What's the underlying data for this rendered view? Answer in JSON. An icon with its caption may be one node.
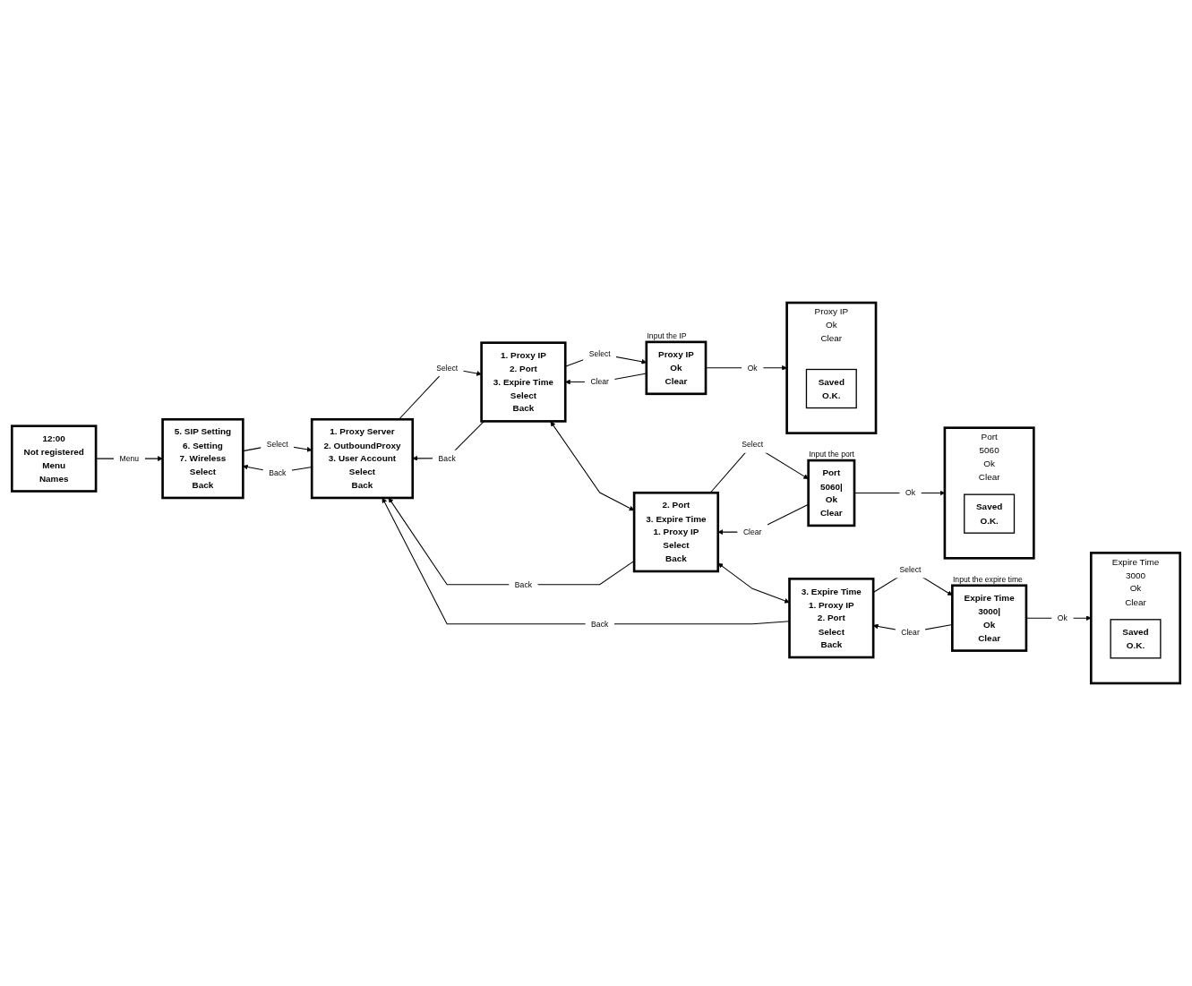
{
  "diagram": {
    "nodes": [
      {
        "text": [
          "12:00",
          "Not registered",
          "Menu",
          "Names"
        ]
      },
      {
        "text": [
          "5. SIP Setting",
          "6. Setting",
          "7. Wireless",
          "Select",
          "Back"
        ]
      },
      {
        "text": [
          "1. Proxy Server",
          "2. OutboundProxy",
          "3. User Account",
          "Select",
          "Back"
        ]
      },
      {
        "text": [
          "1. Proxy IP",
          "2. Port",
          "3. Expire Time",
          "Select",
          "Back"
        ]
      },
      {
        "text": [
          "Proxy IP",
          "Ok",
          "Clear"
        ],
        "beside": [
          "Input the IP"
        ]
      },
      {
        "text": [
          "Proxy IP",
          "Ok",
          "Clear"
        ]
      },
      {
        "text": [
          "Saved",
          "O.K."
        ],
        "in": 5
      },
      {
        "text": [
          "2. Port",
          "3. Expire Time",
          "1. Proxy IP",
          "Select",
          "Back"
        ]
      },
      {
        "text": [
          "Port",
          "5060|",
          "Ok",
          "Clear"
        ],
        "beside": [
          "Input the port"
        ]
      },
      {
        "text": [
          "Port",
          "5060",
          "Ok",
          "Clear"
        ]
      },
      {
        "text": [
          "Saved",
          "O.K."
        ],
        "in": 9
      },
      {
        "text": [
          "3. Expire Time",
          "1. Proxy IP",
          "2. Port",
          "Select",
          "Back"
        ]
      },
      {
        "text": [
          "Expire Time",
          "3000|",
          "Ok",
          "Clear"
        ],
        "beside": [
          "Input the expire time"
        ]
      },
      {
        "text": [
          "Expire Time",
          "3000",
          "Ok",
          "Clear"
        ]
      },
      {
        "text": [
          "Saved",
          "O.K."
        ],
        "in": 13
      }
    ],
    "edges": [
      {
        "from": 0,
        "to": 1,
        "arrow": "to",
        "label": "Menu"
      },
      {
        "from": 1,
        "to": 2,
        "arrow": "to",
        "label": "Select"
      },
      {
        "from": 2,
        "to": 1,
        "arrow": "to",
        "label": "Back"
      },
      {
        "from": 2,
        "to": 3,
        "arrow": "to",
        "label": "Select"
      },
      {
        "from": 3,
        "to": 2,
        "arrow": "to",
        "label": "Back"
      },
      {
        "from": 3,
        "to": 4,
        "arrow": "to",
        "label": "Select"
      },
      {
        "from": 4,
        "to": 3,
        "arrow": "to",
        "label": "Clear"
      },
      {
        "from": 4,
        "to": 5,
        "arrow": "to",
        "label": "Ok"
      },
      {
        "from": 3,
        "to": 7,
        "arrow": "both"
      },
      {
        "from": 7,
        "to": 8,
        "arrow": "to",
        "label": "Select"
      },
      {
        "from": 8,
        "to": 7,
        "arrow": "to",
        "label": "Clear"
      },
      {
        "from": 8,
        "to": 9,
        "arrow": "to",
        "label": "Ok"
      },
      {
        "from": 7,
        "to": 11,
        "arrow": "both"
      },
      {
        "from": 11,
        "to": 12,
        "arrow": "to",
        "label": "Select"
      },
      {
        "from": 12,
        "to": 11,
        "arrow": "to",
        "label": "Clear"
      },
      {
        "from": 12,
        "to": 13,
        "arrow": "to",
        "label": "Ok"
      },
      {
        "from": 7,
        "to": 2,
        "arrow": "to",
        "label": "Back"
      },
      {
        "from": 11,
        "to": 2,
        "arrow": "to",
        "label": "Back"
      }
    ]
  }
}
